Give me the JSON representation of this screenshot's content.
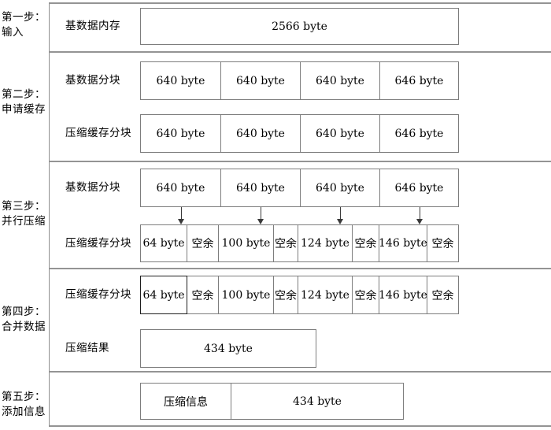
{
  "page": {
    "background": "#ffffff",
    "divider_color": "#949494",
    "box_border_color": "#7d7d7d",
    "highlight_border_color": "#1e1e1e",
    "arrow_color": "#3a3a3a",
    "text_color": "#000000"
  },
  "steps": [
    {
      "label_lines": [
        "第一步：",
        "输入"
      ],
      "rows": [
        {
          "label": "基数据内存",
          "cells": [
            {
              "text": "2566 byte"
            }
          ]
        }
      ]
    },
    {
      "label_lines": [
        "第二步：",
        "申请缓存"
      ],
      "rows": [
        {
          "label": "基数据分块",
          "cells": [
            {
              "text": "640 byte"
            },
            {
              "text": "640 byte"
            },
            {
              "text": "640 byte"
            },
            {
              "text": "646 byte"
            }
          ]
        },
        {
          "label": "压缩缓存分块",
          "cells": [
            {
              "text": "640 byte"
            },
            {
              "text": "640 byte"
            },
            {
              "text": "640 byte"
            },
            {
              "text": "646 byte"
            }
          ]
        }
      ]
    },
    {
      "label_lines": [
        "第三步：",
        "并行压缩"
      ],
      "rows": [
        {
          "label": "基数据分块",
          "cells": [
            {
              "text": "640 byte"
            },
            {
              "text": "640 byte"
            },
            {
              "text": "640 byte"
            },
            {
              "text": "646 byte"
            }
          ]
        },
        {
          "label": "压缩缓存分块",
          "cells": [
            {
              "text": "64 byte"
            },
            {
              "text": "空余"
            },
            {
              "text": "100 byte"
            },
            {
              "text": "空余"
            },
            {
              "text": "124 byte"
            },
            {
              "text": "空余"
            },
            {
              "text": "146 byte"
            },
            {
              "text": "空余"
            }
          ]
        }
      ]
    },
    {
      "label_lines": [
        "第四步：",
        "合并数据"
      ],
      "rows": [
        {
          "label": "压缩缓存分块",
          "cells": [
            {
              "text": "64 byte"
            },
            {
              "text": "空余"
            },
            {
              "text": "100 byte"
            },
            {
              "text": "空余"
            },
            {
              "text": "124 byte"
            },
            {
              "text": "空余"
            },
            {
              "text": "146 byte"
            },
            {
              "text": "空余"
            }
          ]
        },
        {
          "label": "压缩结果",
          "cells": [
            {
              "text": "434 byte"
            }
          ]
        }
      ]
    },
    {
      "label_lines": [
        "第五步：",
        "添加信息"
      ],
      "rows": [
        {
          "label": "",
          "cells": [
            {
              "text": "压缩信息"
            },
            {
              "text": "434 byte"
            }
          ]
        }
      ]
    }
  ]
}
